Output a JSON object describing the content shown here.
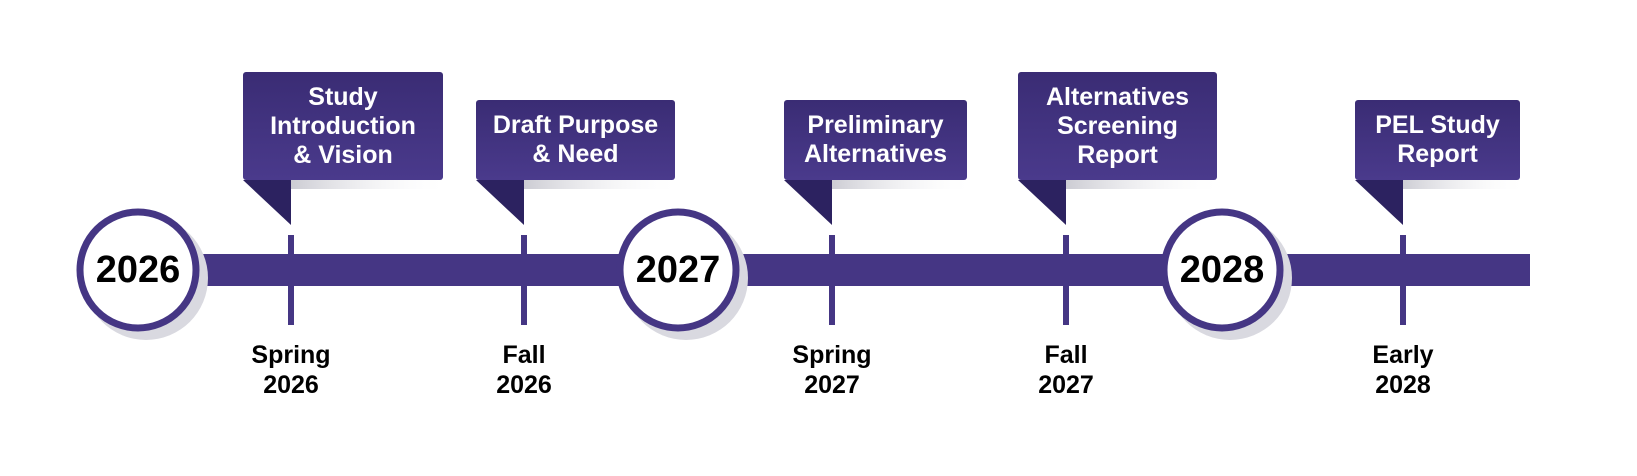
{
  "colors": {
    "primary": "#453684",
    "primary_dark": "#2c2260",
    "shadow": "#d9d9e0",
    "text_dark": "#000000",
    "text_light": "#ffffff"
  },
  "timeline": {
    "years": [
      {
        "label": "2026"
      },
      {
        "label": "2027"
      },
      {
        "label": "2028"
      }
    ],
    "milestones": [
      {
        "title": "Study\nIntroduction\n& Vision",
        "date": "Spring\n2026"
      },
      {
        "title": "Draft Purpose\n& Need",
        "date": "Fall\n2026"
      },
      {
        "title": "Preliminary\nAlternatives",
        "date": "Spring\n2027"
      },
      {
        "title": "Alternatives\nScreening\nReport",
        "date": "Fall\n2027"
      },
      {
        "title": "PEL Study\nReport",
        "date": "Early\n2028"
      }
    ]
  }
}
